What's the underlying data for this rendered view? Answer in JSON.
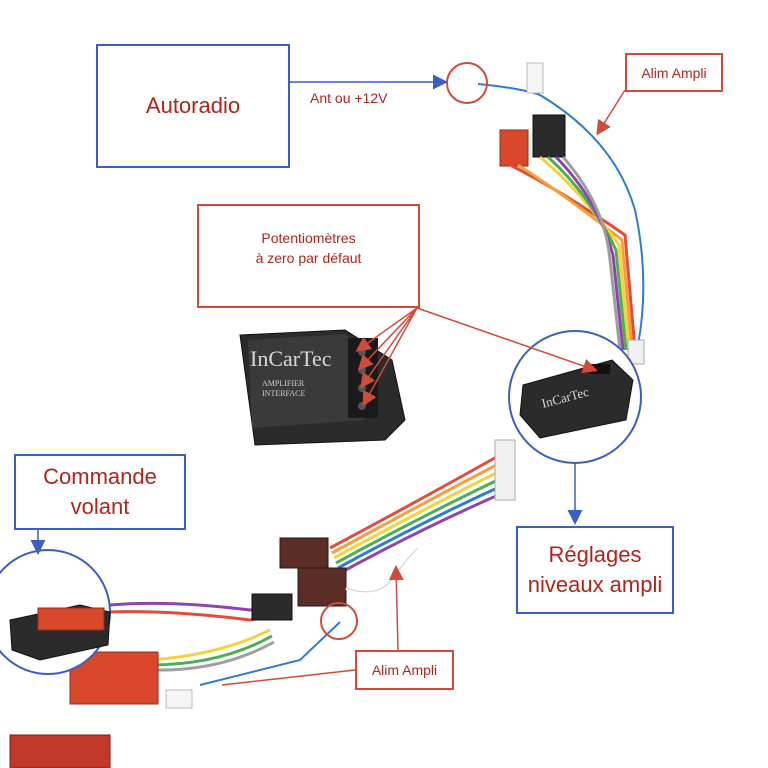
{
  "labels": {
    "autoradio": "Autoradio",
    "ant_label": "Ant ou +12V",
    "alim_ampli_top": "Alim Ampli",
    "potentiometres_line1": "Potentiomètres",
    "potentiometres_line2": "à zero par défaut",
    "commande_line1": "Commande",
    "commande_line2": "volant",
    "reglages_line1": "Réglages",
    "reglages_line2": "niveaux ampli",
    "alim_ampli_bottom": "Alim Ampli"
  },
  "device": {
    "brand": "InCarTec",
    "product_line1": "AMPLIFIER",
    "product_line2": "INTERFACE"
  },
  "colors": {
    "blue_border": "#3a5fc0",
    "red_border": "#d24a3a",
    "label_text": "#b0241c",
    "module_body": "#2b2b2b",
    "connector_red": "#d9482b",
    "connector_brown": "#5a2e26"
  },
  "wire_colors": [
    "#e84a3a",
    "#f2a13a",
    "#f4d23a",
    "#4caf50",
    "#2e7bd6",
    "#8e44ad",
    "#9e9e9e",
    "#ffffff",
    "#3a3a3a",
    "#c0392b"
  ]
}
